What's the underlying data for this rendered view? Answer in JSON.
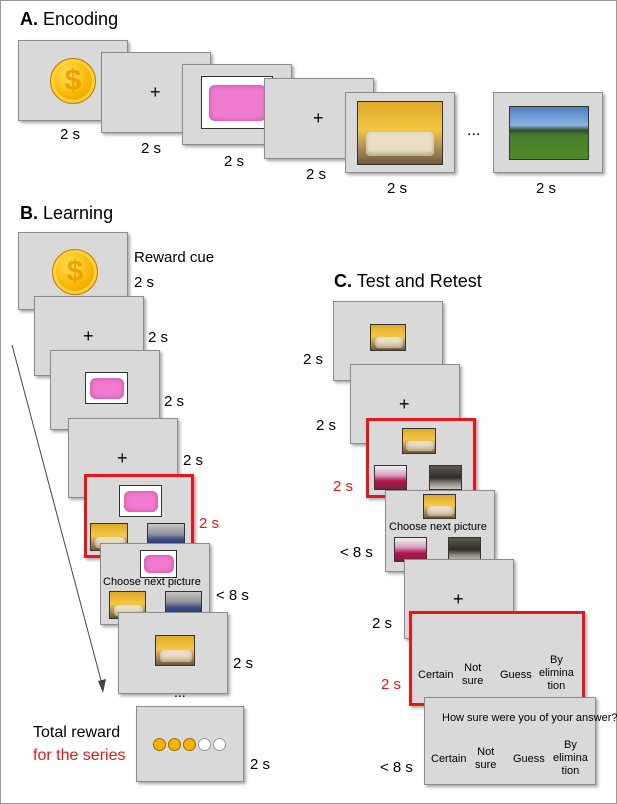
{
  "sections": {
    "encoding": {
      "letter": "A.",
      "title": "Encoding"
    },
    "learning": {
      "letter": "B.",
      "title": "Learning"
    },
    "test": {
      "letter": "C.",
      "title": "Test and Retest"
    }
  },
  "symbols": {
    "fixation": "+",
    "ellipsis": "...",
    "coin_sign": "$"
  },
  "encoding_durations": [
    "2 s",
    "2 s",
    "2 s",
    "2 s",
    "2 s",
    "2 s"
  ],
  "learning": {
    "reward_cue_label": "Reward cue",
    "durations": [
      "2 s",
      "2 s",
      "2 s",
      "2 s",
      "2 s",
      "< 8 s",
      "2 s",
      "2 s"
    ],
    "choose_text": "Choose next picture",
    "total_reward_label": "Total reward",
    "total_reward_sub": "for the series",
    "reward_coins": {
      "filled": 3,
      "total": 5
    }
  },
  "test": {
    "durations": [
      "2 s",
      "2 s",
      "2 s",
      "< 8 s",
      "2 s",
      "2 s",
      "< 8 s"
    ],
    "choose_text": "Choose next picture",
    "question": "How sure were you of your answer?",
    "options": [
      "Certain",
      "Not sure",
      "Guess",
      "By elimination"
    ],
    "options_display": {
      "certain": "Certain",
      "not_sure": [
        "Not",
        "sure"
      ],
      "guess": "Guess",
      "elimination": [
        "By",
        "elimina",
        "tion"
      ]
    }
  },
  "colors": {
    "highlight": "#e8161a",
    "panel": "#d9d9d9"
  }
}
